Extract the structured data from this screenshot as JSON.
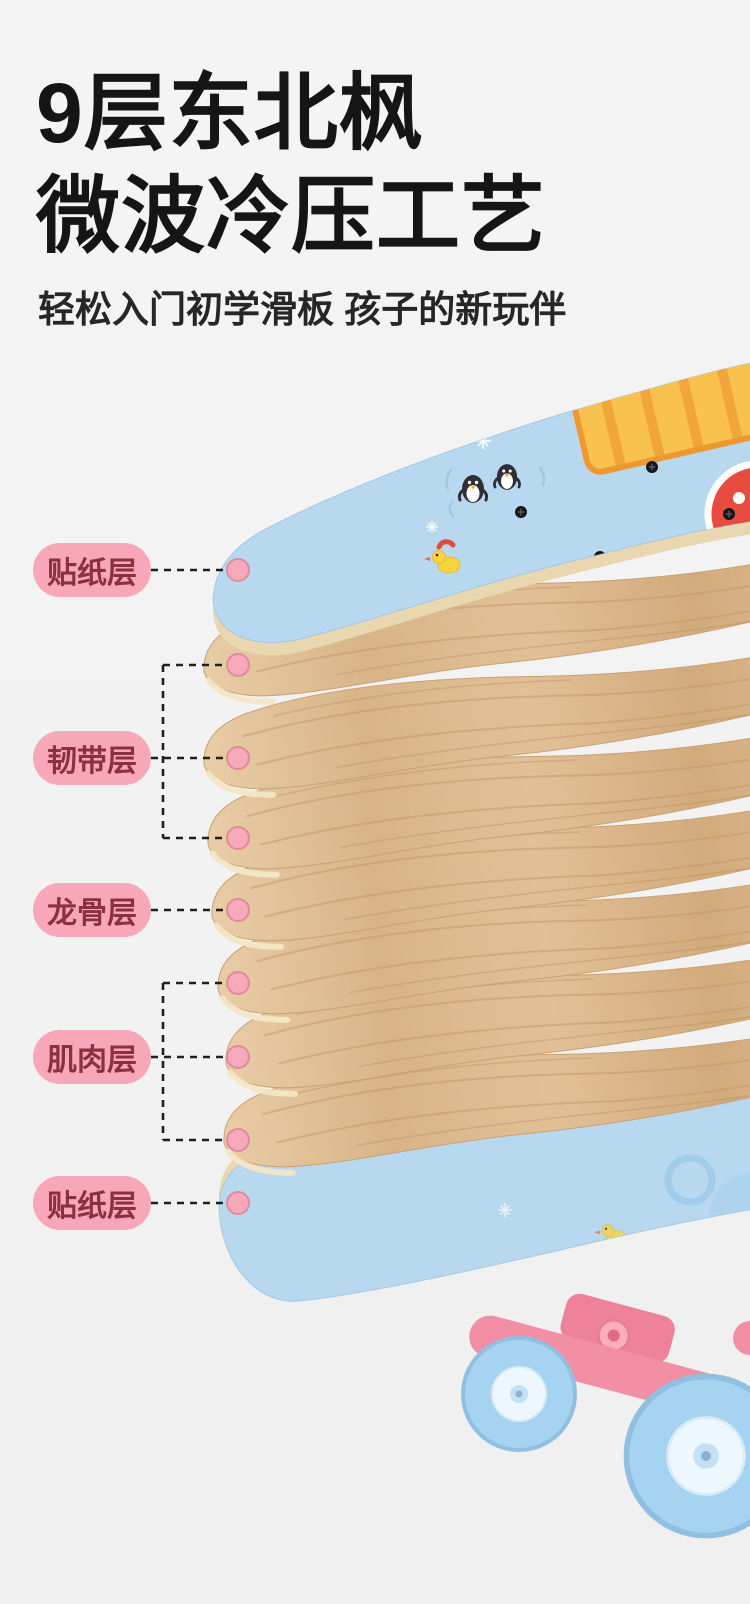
{
  "header": {
    "title_line1": "9层东北枫",
    "title_line2": "微波冷压工艺",
    "subtitle": "轻松入门初学滑板 孩子的新玩伴"
  },
  "annotations": [
    {
      "label": "贴纸层"
    },
    {
      "label": "韧带层"
    },
    {
      "label": "龙骨层"
    },
    {
      "label": "肌肉层"
    },
    {
      "label": "贴纸层"
    }
  ],
  "colors": {
    "background": "#f2f2f2",
    "title_text": "#151515",
    "pill_background": "#f7a7b8",
    "pill_text": "#8c3040",
    "callout_line": "#1f1f1f",
    "dot_fill": "#f6a9ba",
    "deck_blue": "#b8d8ef",
    "wood_light": "#e9cda6",
    "wood_dark": "#d2ab7c",
    "ply_edge_cream": "#e9d7b0",
    "wheel_blue": "#a6d3ef",
    "truck_pink": "#f190a6"
  }
}
